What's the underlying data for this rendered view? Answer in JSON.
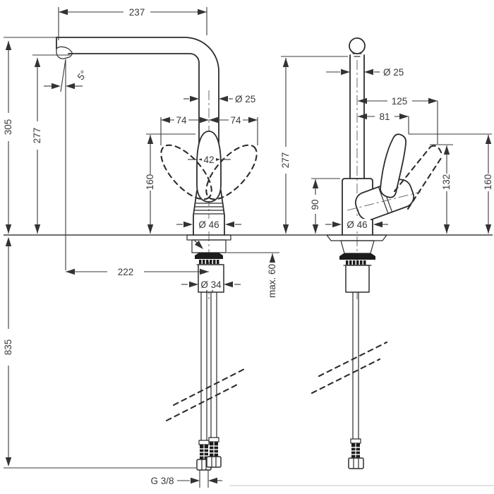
{
  "drawing": {
    "kind": "technical-dimension-drawing",
    "subject": "single-lever kitchen mixer tap, front and side orthographic views",
    "units": "mm"
  },
  "front": {
    "reach_top": "237",
    "swivel_angle": "5°",
    "height_spout_top": "305",
    "height_outlet": "277",
    "spout_pipe_diameter": "Ø 25",
    "handle_clearance_left": "74",
    "handle_clearance_right": "74",
    "handle_width": "42",
    "body_height": "160",
    "base_diameter": "Ø 46",
    "outlet_reach": "222",
    "shank_diameter": "Ø 34",
    "max_deck_thickness": "max. 60",
    "hose_length_below": "835",
    "connection_thread": "G 3/8"
  },
  "side": {
    "spout_pipe_diameter": "Ø 25",
    "lever_reach_raised": "125",
    "lever_reach_down": "81",
    "height_outlet": "277",
    "body_height": "90",
    "base_diameter": "Ø 46",
    "lever_height_raised": "132",
    "overall_height": "160"
  },
  "colors": {
    "outline": "#2d2d2d",
    "dimension": "#3a3a3a",
    "background": "#ffffff",
    "separator": "#d9d9d9"
  }
}
